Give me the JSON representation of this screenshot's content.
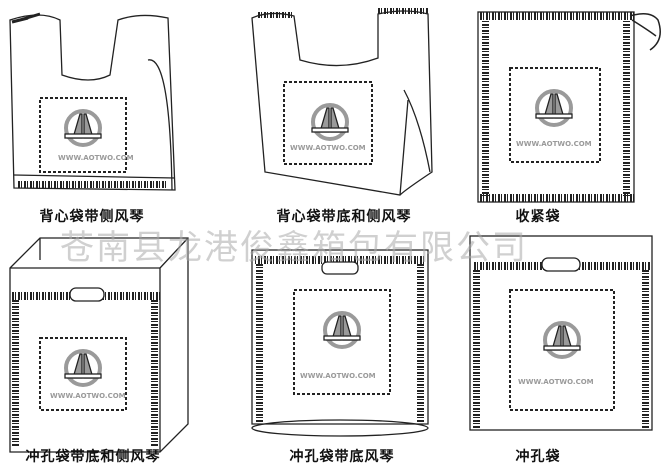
{
  "colors": {
    "line": "#222222",
    "logo": "#9a9a9a",
    "watermark": "#b4b4b4"
  },
  "watermark_text": "苍南县龙港俊鑫箱包有限公司",
  "logo_text": "WWW.AOTWO.COM",
  "bags": [
    {
      "caption": "背心袋带侧风琴"
    },
    {
      "caption": "背心袋带底和侧风琴"
    },
    {
      "caption": "收紧袋"
    },
    {
      "caption": "冲孔袋带底和侧风琴"
    },
    {
      "caption": "冲孔袋带底风琴"
    },
    {
      "caption": "冲孔袋"
    }
  ]
}
